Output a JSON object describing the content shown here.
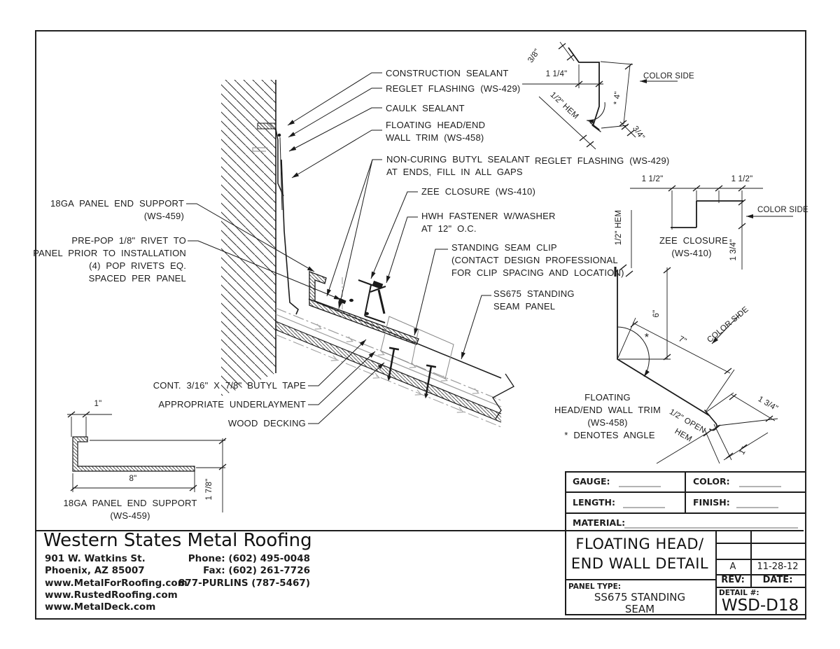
{
  "callouts": {
    "construction_sealant": "CONSTRUCTION SEALANT",
    "reglet_flashing": "REGLET FLASHING (WS-429)",
    "caulk_sealant": "CAULK SEALANT",
    "floating_trim_1": "FLOATING HEAD/END",
    "floating_trim_2": "WALL TRIM (WS-458)",
    "butyl_1": "NON-CURING BUTYL SEALANT",
    "butyl_2": "AT ENDS, FILL IN ALL GAPS",
    "zee_closure": "ZEE CLOSURE (WS-410)",
    "hwh_1": "HWH FASTENER W/WASHER",
    "hwh_2": "AT 12\" O.C.",
    "clip_1": "STANDING SEAM CLIP",
    "clip_2": "(CONTACT DESIGN PROFESSIONAL",
    "clip_3": "FOR CLIP SPACING AND LOCATION)",
    "panel_1": "SS675 STANDING",
    "panel_2": "SEAM PANEL",
    "support_1": "18GA PANEL END SUPPORT",
    "support_2": "(WS-459)",
    "prepop_1": "PRE-POP 1/8\" RIVET TO",
    "prepop_2": "PANEL PRIOR TO INSTALLATION",
    "prepop_3": "(4) POP RIVETS EQ.",
    "prepop_4": "SPACED PER PANEL",
    "butyl_tape": "CONT. 3/16\" X 7/8\" BUTYL TAPE",
    "underlayment": "APPROPRIATE UNDERLAYMENT",
    "wood_decking": "WOOD DECKING"
  },
  "reglet_detail": {
    "dim_3_8": "3/8\"",
    "dim_1_1_4": "1 1/4\"",
    "dim_half_hem": "1/2\" HEM",
    "dim_4": "* 4\"",
    "dim_3_4": "3/4\"",
    "color_side": "COLOR SIDE",
    "label": "REGLET FLASHING (WS-429)"
  },
  "zee_detail": {
    "dim_left": "1 1/2\"",
    "dim_right": "1 1/2\"",
    "dim_web": "1 3/4\"",
    "color_side": "COLOR SIDE",
    "label_1": "ZEE CLOSURE",
    "label_2": "(WS-410)"
  },
  "trim_detail": {
    "dim_half_hem": "1/2\" HEM",
    "dim_6": "6\"",
    "dim_7": "7\"",
    "star": "*",
    "color_side": "COLOR SIDE",
    "dim_1_3_4": "1 3/4\"",
    "dim_open_1": "1/2\" OPEN",
    "dim_open_2": "HEM",
    "dim_1": "1\"",
    "label_1": "FLOATING",
    "label_2": "HEAD/END WALL TRIM",
    "label_3": "(WS-458)",
    "label_4": "* DENOTES ANGLE"
  },
  "support_detail": {
    "dim_1": "1\"",
    "dim_8": "8\"",
    "dim_1_7_8": "1 7/8\"",
    "label_1": "18GA PANEL END SUPPORT",
    "label_2": "(WS-459)"
  },
  "company": {
    "name": "Western States Metal Roofing",
    "address_1": "901 W. Watkins St.",
    "address_2": "Phoenix, AZ 85007",
    "web_1": "www.MetalForRoofing.com",
    "web_2": "www.RustedRoofing.com",
    "web_3": "www.MetalDeck.com",
    "phone": "Phone: (602) 495-0048",
    "fax": "Fax: (602) 261-7726",
    "tollfree": "877-PURLINS (787-5467)"
  },
  "title_block": {
    "gauge_label": "GAUGE:",
    "color_label": "COLOR:",
    "length_label": "LENGTH:",
    "finish_label": "FINISH:",
    "material_label": "MATERIAL:",
    "title_1": "FLOATING  HEAD/",
    "title_2": "END WALL DETAIL",
    "panel_type_label": "PANEL TYPE:",
    "panel_type_1": "SS675 STANDING",
    "panel_type_2": "SEAM",
    "rev_value": "A",
    "date_value": "11-28-12",
    "rev_label": "REV:",
    "date_label": "DATE:",
    "detail_label": "DETAIL #:",
    "detail_value": "WSD-D18"
  },
  "colors": {
    "ink": "#1c1c1c",
    "gray_line": "#999999",
    "blank_line": "#b3b3b3"
  }
}
